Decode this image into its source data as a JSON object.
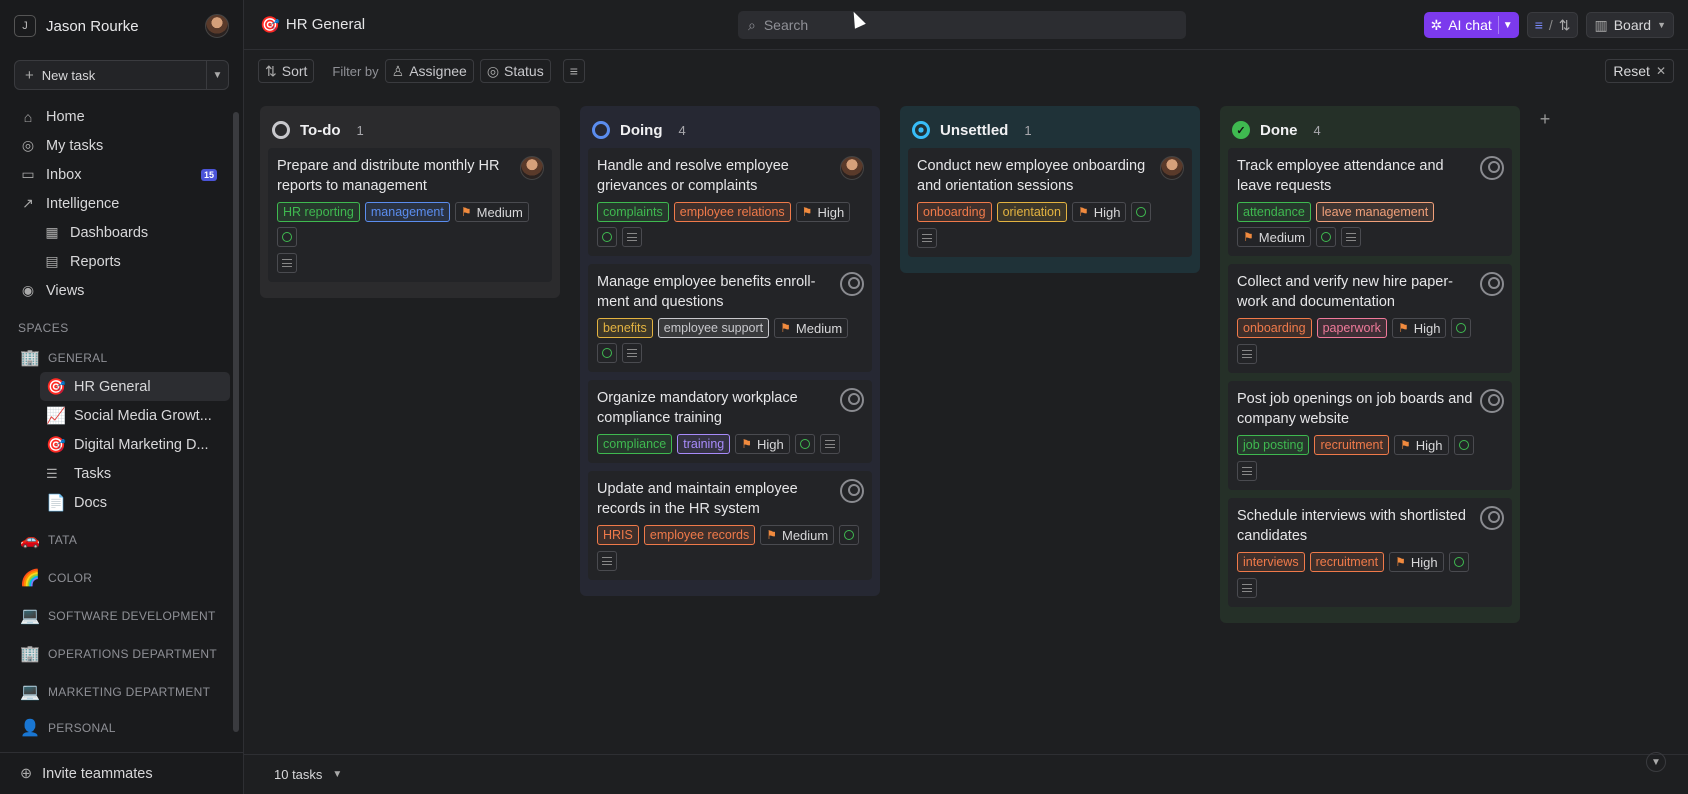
{
  "sidebar": {
    "workspace_initial": "J",
    "user_name": "Jason Rourke",
    "new_task_label": "New task",
    "nav": [
      {
        "label": "Home",
        "icon": "home-icon"
      },
      {
        "label": "My tasks",
        "icon": "check-circle-icon"
      },
      {
        "label": "Inbox",
        "icon": "inbox-icon",
        "badge": "15"
      },
      {
        "label": "Intelligence",
        "icon": "chart-line-icon"
      },
      {
        "label": "Dashboards",
        "icon": "dashboard-icon",
        "sub": true
      },
      {
        "label": "Reports",
        "icon": "report-icon",
        "sub": true
      },
      {
        "label": "Views",
        "icon": "eye-icon"
      }
    ],
    "spaces_label": "SPACES",
    "general_space": "GENERAL",
    "projects": [
      {
        "label": "HR General",
        "emoji": "🎯",
        "active": true
      },
      {
        "label": "Social Media Growt...",
        "emoji": "📈"
      },
      {
        "label": "Digital Marketing D...",
        "emoji": "🎯"
      },
      {
        "label": "Tasks",
        "emoji": "☰"
      },
      {
        "label": "Docs",
        "emoji": "📄"
      }
    ],
    "spaces": [
      {
        "label": "TATA",
        "emoji": "🚗"
      },
      {
        "label": "COLOR",
        "emoji": "🌈"
      },
      {
        "label": "SOFTWARE DEVELOPMENT",
        "emoji": "💻"
      },
      {
        "label": "OPERATIONS DEPARTMENT",
        "emoji": "🏢"
      },
      {
        "label": "MARKETING DEPARTMENT",
        "emoji": "💻"
      },
      {
        "label": "PERSONAL",
        "emoji": "👤"
      }
    ],
    "invite_label": "Invite teammates"
  },
  "header": {
    "title": "HR General",
    "search_placeholder": "Search",
    "ai_chat_label": "AI chat",
    "sort_filter_sep": "/",
    "view_label": "Board"
  },
  "filterbar": {
    "sort_label": "Sort",
    "filter_by_label": "Filter by",
    "assignee_label": "Assignee",
    "status_label": "Status",
    "reset_label": "Reset"
  },
  "columns": [
    {
      "name": "To-do",
      "count": "1",
      "bg": "#2b2b2d",
      "icon_color": "#c8c8cc",
      "cards": [
        {
          "title": "Prepare and distribute monthly HR reports to management",
          "avatar": true,
          "tags": [
            {
              "text": "HR reporting",
              "color": "#3fb950"
            },
            {
              "text": "management",
              "color": "#5b8def"
            }
          ],
          "priority": "Medium",
          "extras_inline": false
        }
      ]
    },
    {
      "name": "Doing",
      "count": "4",
      "bg": "#262833",
      "icon_color": "#5b8def",
      "cards": [
        {
          "title": "Handle and resolve employee grievances or complaints",
          "avatar": true,
          "tags": [
            {
              "text": "complaints",
              "color": "#3fb950"
            },
            {
              "text": "employee relations",
              "color": "#f07a4a"
            }
          ],
          "priority": "High",
          "extras_inline": true
        },
        {
          "title": "Manage employee benefits enroll­ment and questions",
          "avatar": false,
          "tags": [
            {
              "text": "benefits",
              "color": "#e3b341"
            },
            {
              "text": "employee support",
              "color": "#c8c8cc"
            }
          ],
          "priority": "Medium",
          "extras_inline": true
        },
        {
          "title": "Organize mandatory workplace compliance training",
          "avatar": false,
          "tags": [
            {
              "text": "compliance",
              "color": "#3fb950"
            },
            {
              "text": "training",
              "color": "#a78bfa"
            }
          ],
          "priority": "High",
          "extras_inline": true
        },
        {
          "title": "Update and maintain employee records in the HR system",
          "avatar": false,
          "tags": [
            {
              "text": "HRIS",
              "color": "#f07a4a"
            },
            {
              "text": "employee records",
              "color": "#f07a4a"
            }
          ],
          "priority": "Medium",
          "extras_inline": false
        }
      ]
    },
    {
      "name": "Unsettled",
      "count": "1",
      "bg": "#1f3238",
      "icon_color": "#38bdf8",
      "cards": [
        {
          "title": "Conduct new employee onboard­ing and orientation sessions",
          "avatar": true,
          "tags": [
            {
              "text": "onboarding",
              "color": "#f07a4a"
            },
            {
              "text": "orientation",
              "color": "#e3b341"
            }
          ],
          "priority": "High",
          "extras_inline": false
        }
      ]
    },
    {
      "name": "Done",
      "count": "4",
      "bg": "#253028",
      "icon_color": "#3fb950",
      "cards": [
        {
          "title": "Track employee attendance and leave requests",
          "avatar": false,
          "tags": [
            {
              "text": "attendance",
              "color": "#3fb950"
            },
            {
              "text": "leave management",
              "color": "#f0a07a"
            }
          ],
          "priority": "Medium",
          "extras_inline": true
        },
        {
          "title": "Collect and verify new hire paper­work and documentation",
          "avatar": false,
          "tags": [
            {
              "text": "onboarding",
              "color": "#f07a4a"
            },
            {
              "text": "paperwork",
              "color": "#f07a9a"
            }
          ],
          "priority": "High",
          "extras_inline": false
        },
        {
          "title": "Post job openings on job boards and company website",
          "avatar": false,
          "tags": [
            {
              "text": "job posting",
              "color": "#3fb950"
            },
            {
              "text": "recruitment",
              "color": "#f07a4a"
            }
          ],
          "priority": "High",
          "extras_inline": false
        },
        {
          "title": "Schedule interviews with short­listed candidates",
          "avatar": false,
          "tags": [
            {
              "text": "interviews",
              "color": "#f07a4a"
            },
            {
              "text": "recruitment",
              "color": "#f07a4a"
            }
          ],
          "priority": "High",
          "extras_inline": false
        }
      ]
    }
  ],
  "footer": {
    "task_count": "10 tasks"
  }
}
